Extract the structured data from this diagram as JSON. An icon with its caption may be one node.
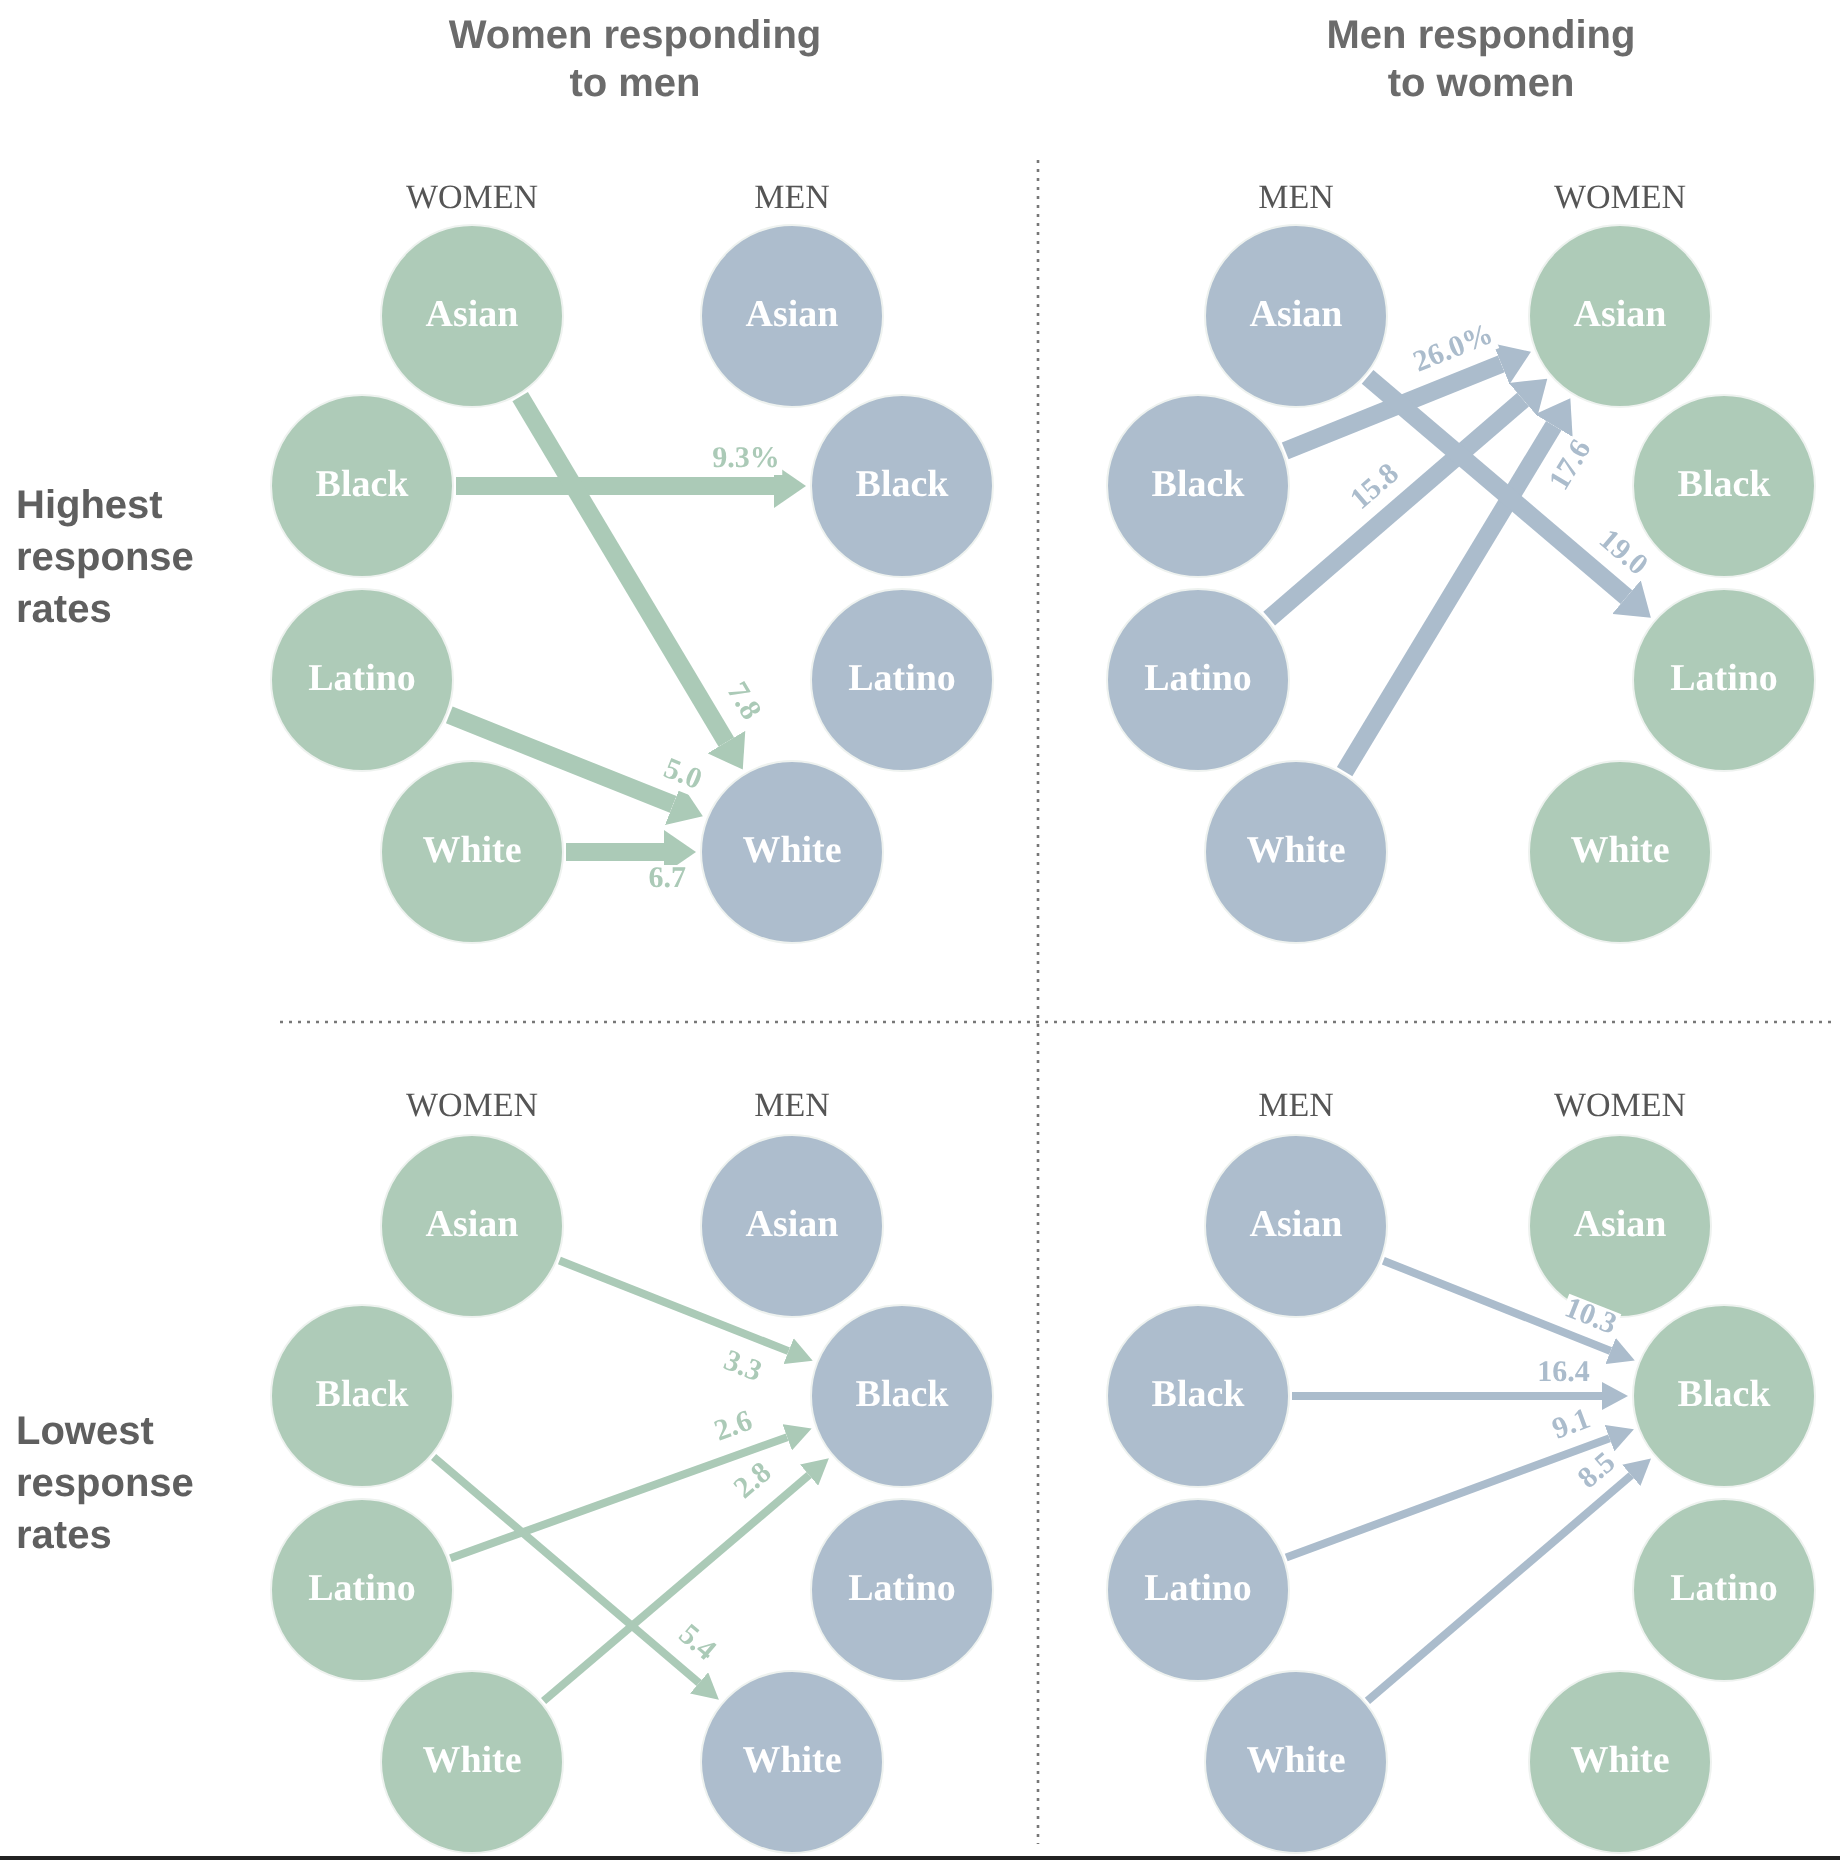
{
  "diagram": {
    "nodes": [
      {
        "text": [
          "Asian"
        ]
      },
      {
        "text": [
          "Black"
        ]
      },
      {
        "text": [
          "Latino"
        ]
      },
      {
        "text": [
          "White"
        ]
      },
      {
        "text": [
          "Asian"
        ]
      },
      {
        "text": [
          "Black"
        ]
      },
      {
        "text": [
          "Latino"
        ]
      },
      {
        "text": [
          "White"
        ]
      },
      {
        "text": [
          "Asian"
        ]
      },
      {
        "text": [
          "Black"
        ]
      },
      {
        "text": [
          "Latino"
        ]
      },
      {
        "text": [
          "White"
        ]
      },
      {
        "text": [
          "Asian"
        ]
      },
      {
        "text": [
          "Black"
        ]
      },
      {
        "text": [
          "Latino"
        ]
      },
      {
        "text": [
          "White"
        ]
      },
      {
        "text": [
          "Asian"
        ]
      },
      {
        "text": [
          "Black"
        ]
      },
      {
        "text": [
          "Latino"
        ]
      },
      {
        "text": [
          "White"
        ]
      },
      {
        "text": [
          "Asian"
        ]
      },
      {
        "text": [
          "Black"
        ]
      },
      {
        "text": [
          "Latino"
        ]
      },
      {
        "text": [
          "White"
        ]
      },
      {
        "text": [
          "Asian"
        ]
      },
      {
        "text": [
          "Black"
        ]
      },
      {
        "text": [
          "Latino"
        ]
      },
      {
        "text": [
          "White"
        ]
      },
      {
        "text": [
          "Asian"
        ]
      },
      {
        "text": [
          "Black"
        ]
      },
      {
        "text": [
          "Latino"
        ]
      },
      {
        "text": [
          "White"
        ]
      }
    ],
    "edges": [
      {
        "from": 1,
        "to": 5,
        "arrow": "to",
        "label": "9.3%",
        "style": "thick",
        "color": "#abcab7"
      },
      {
        "from": 0,
        "to": 7,
        "arrow": "to",
        "label": "7.8",
        "style": "thick",
        "color": "#abcab7"
      },
      {
        "from": 2,
        "to": 7,
        "arrow": "to",
        "label": "5.0",
        "style": "thick",
        "color": "#abcab7"
      },
      {
        "from": 3,
        "to": 7,
        "arrow": "to",
        "label": "6.7",
        "style": "thick",
        "color": "#abcab7"
      },
      {
        "from": 9,
        "to": 12,
        "arrow": "to",
        "label": "26.0%",
        "style": "thick",
        "color": "#abbccc"
      },
      {
        "from": 10,
        "to": 12,
        "arrow": "to",
        "label": "15.8",
        "style": "thick",
        "color": "#abbccc"
      },
      {
        "from": 11,
        "to": 12,
        "arrow": "to",
        "label": "17.6",
        "style": "thick",
        "color": "#abbccc"
      },
      {
        "from": 8,
        "to": 14,
        "arrow": "to",
        "label": "19.0",
        "style": "thick",
        "color": "#abbccc"
      },
      {
        "from": 16,
        "to": 21,
        "arrow": "to",
        "label": "3.3",
        "color": "#abcab7"
      },
      {
        "from": 18,
        "to": 21,
        "arrow": "to",
        "label": "2.6",
        "color": "#abcab7"
      },
      {
        "from": 19,
        "to": 21,
        "arrow": "to",
        "label": "2.8",
        "color": "#abcab7"
      },
      {
        "from": 17,
        "to": 23,
        "arrow": "to",
        "label": "5.4",
        "color": "#abcab7"
      },
      {
        "from": 24,
        "to": 29,
        "arrow": "to",
        "label": "10.3",
        "color": "#abbccc"
      },
      {
        "from": 25,
        "to": 29,
        "arrow": "to",
        "label": "16.4",
        "color": "#abbccc"
      },
      {
        "from": 26,
        "to": 29,
        "arrow": "to",
        "label": "9.1",
        "color": "#abbccc"
      },
      {
        "from": 27,
        "to": 29,
        "arrow": "to",
        "label": "8.5",
        "color": "#abbccc"
      }
    ],
    "labels": [
      "Women responding to men",
      "Men responding to women",
      "WOMEN",
      "MEN",
      "MEN",
      "WOMEN",
      "Highest response rates",
      "WOMEN",
      "MEN",
      "MEN",
      "WOMEN",
      "Lowest response rates"
    ]
  }
}
